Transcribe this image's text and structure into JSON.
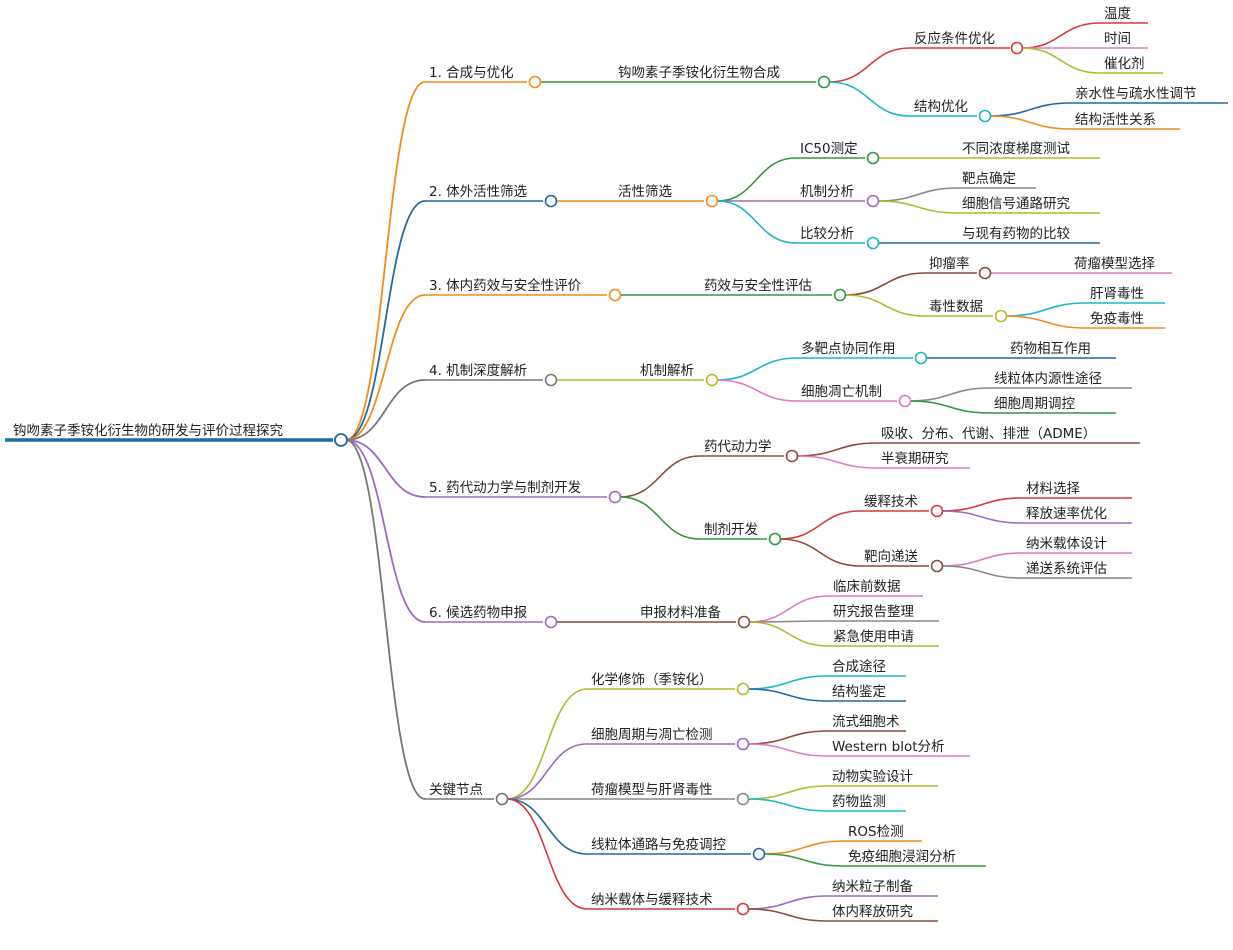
{
  "root": {
    "label": "钩吻素子季铵化衍生物的研发与评价过程探究",
    "color": "#1f6aa0"
  },
  "branches": [
    {
      "label": "1. 合成与优化",
      "color": "#f28c1c",
      "children": [
        {
          "label": "钩吻素子季铵化衍生物合成",
          "color": "#2e9a3a",
          "children": [
            {
              "label": "反应条件优化",
              "color": "#d63a3a",
              "children": [
                {
                  "label": "温度",
                  "color": "#d63a3a"
                },
                {
                  "label": "时间",
                  "color": "#e178c9"
                },
                {
                  "label": "催化剂",
                  "color": "#b5b92a"
                }
              ]
            },
            {
              "label": "结构优化",
              "color": "#1ab8c8",
              "children": [
                {
                  "label": "亲水性与疏水性调节",
                  "color": "#1f6aa0"
                },
                {
                  "label": "结构活性关系",
                  "color": "#f28c1c"
                }
              ]
            }
          ]
        }
      ]
    },
    {
      "label": "2. 体外活性筛选",
      "color": "#1f6aa0",
      "children": [
        {
          "label": "活性筛选",
          "color": "#f28c1c",
          "children": [
            {
              "label": "IC50测定",
              "color": "#2e9a3a",
              "children": [
                {
                  "label": "不同浓度梯度测试",
                  "color": "#b5b92a"
                }
              ]
            },
            {
              "label": "机制分析",
              "color": "#9b6ac4",
              "children": [
                {
                  "label": "靶点确定",
                  "color": "#888888"
                },
                {
                  "label": "细胞信号通路研究",
                  "color": "#b5b92a"
                }
              ]
            },
            {
              "label": "比较分析",
              "color": "#1ab8c8",
              "children": [
                {
                  "label": "与现有药物的比较",
                  "color": "#1f6aa0"
                }
              ]
            }
          ]
        }
      ]
    },
    {
      "label": "3. 体内药效与安全性评价",
      "color": "#f28c1c",
      "children": [
        {
          "label": "药效与安全性评估",
          "color": "#2e9a3a",
          "children": [
            {
              "label": "抑瘤率",
              "color": "#8b4c3c",
              "children": [
                {
                  "label": "荷瘤模型选择",
                  "color": "#e178c9"
                }
              ]
            },
            {
              "label": "毒性数据",
              "color": "#b5b92a",
              "children": [
                {
                  "label": "肝肾毒性",
                  "color": "#1ab8c8"
                },
                {
                  "label": "免疫毒性",
                  "color": "#f28c1c"
                }
              ]
            }
          ]
        }
      ]
    },
    {
      "label": "4. 机制深度解析",
      "color": "#777777",
      "children": [
        {
          "label": "机制解析",
          "color": "#b5b92a",
          "children": [
            {
              "label": "多靶点协同作用",
              "color": "#1ab8c8",
              "children": [
                {
                  "label": "药物相互作用",
                  "color": "#1f6aa0"
                }
              ]
            },
            {
              "label": "细胞凋亡机制",
              "color": "#e178c9",
              "children": [
                {
                  "label": "线粒体内源性途径",
                  "color": "#888888"
                },
                {
                  "label": "细胞周期调控",
                  "color": "#2e9a3a"
                }
              ]
            }
          ]
        }
      ]
    },
    {
      "label": "5. 药代动力学与制剂开发",
      "color": "#9b6ac4",
      "children": [
        {
          "label": "药代动力学",
          "color": "#8b4c3c",
          "children": [
            {
              "label": "吸收、分布、代谢、排泄（ADME）",
              "color": "#8b4c3c"
            },
            {
              "label": "半衰期研究",
              "color": "#e178c9"
            }
          ]
        },
        {
          "label": "制剂开发",
          "color": "#2e9a3a",
          "children": [
            {
              "label": "缓释技术",
              "color": "#d63a3a",
              "children": [
                {
                  "label": "材料选择",
                  "color": "#d63a3a"
                },
                {
                  "label": "释放速率优化",
                  "color": "#9b6ac4"
                }
              ]
            },
            {
              "label": "靶向递送",
              "color": "#8b4c3c",
              "children": [
                {
                  "label": "纳米载体设计",
                  "color": "#e178c9"
                },
                {
                  "label": "递送系统评估",
                  "color": "#888888"
                }
              ]
            }
          ]
        }
      ]
    },
    {
      "label": "6. 候选药物申报",
      "color": "#9b6ac4",
      "children": [
        {
          "label": "申报材料准备",
          "color": "#8b4c3c",
          "children": [
            {
              "label": "临床前数据",
              "color": "#e178c9"
            },
            {
              "label": "研究报告整理",
              "color": "#888888"
            },
            {
              "label": "紧急使用申请",
              "color": "#b5b92a"
            }
          ]
        }
      ]
    },
    {
      "label": "关键节点",
      "color": "#777777",
      "children": [
        {
          "label": "化学修饰（季铵化）",
          "color": "#b5b92a",
          "children": [
            {
              "label": "合成途径",
              "color": "#1ab8c8"
            },
            {
              "label": "结构鉴定",
              "color": "#1f6aa0"
            }
          ]
        },
        {
          "label": "细胞周期与凋亡检测",
          "color": "#9b6ac4",
          "children": [
            {
              "label": "流式细胞术",
              "color": "#8b4c3c"
            },
            {
              "label": "Western blot分析",
              "color": "#e178c9"
            }
          ]
        },
        {
          "label": "荷瘤模型与肝肾毒性",
          "color": "#888888",
          "children": [
            {
              "label": "动物实验设计",
              "color": "#b5b92a"
            },
            {
              "label": "药物监测",
              "color": "#1ab8c8"
            }
          ]
        },
        {
          "label": "线粒体通路与免疫调控",
          "color": "#1f6aa0",
          "children": [
            {
              "label": "ROS检测",
              "color": "#f28c1c"
            },
            {
              "label": "免疫细胞浸润分析",
              "color": "#2e9a3a"
            }
          ]
        },
        {
          "label": "纳米载体与缓释技术",
          "color": "#d63a3a",
          "children": [
            {
              "label": "纳米粒子制备",
              "color": "#9b6ac4"
            },
            {
              "label": "体内释放研究",
              "color": "#8b4c3c"
            }
          ]
        }
      ]
    }
  ]
}
